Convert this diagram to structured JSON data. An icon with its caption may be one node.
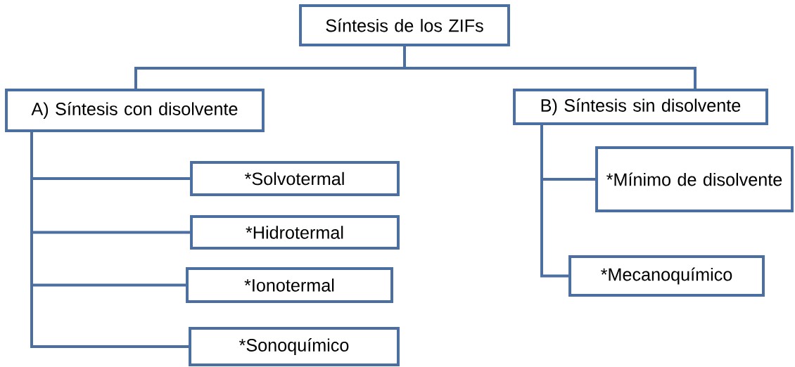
{
  "diagram": {
    "nodes": [
      {
        "text": [
          "Síntesis de los ZIFs"
        ]
      },
      {
        "text": [
          "A) Síntesis con disolvente"
        ]
      },
      {
        "text": [
          "B) Síntesis sin disolvente"
        ]
      },
      {
        "text": [
          "*Solvotermal"
        ]
      },
      {
        "text": [
          "*Hidrotermal"
        ]
      },
      {
        "text": [
          "*Ionotermal"
        ]
      },
      {
        "text": [
          "*Sonoquímico"
        ]
      },
      {
        "text": [
          "*Mínimo de disolvente"
        ]
      },
      {
        "text": [
          "*Mecanoquímico"
        ]
      }
    ],
    "edges": [
      {
        "from": 0,
        "to": 1,
        "arrow": "none"
      },
      {
        "from": 0,
        "to": 2,
        "arrow": "none"
      },
      {
        "from": 1,
        "to": 3,
        "arrow": "none"
      },
      {
        "from": 1,
        "to": 4,
        "arrow": "none"
      },
      {
        "from": 1,
        "to": 5,
        "arrow": "none"
      },
      {
        "from": 1,
        "to": 6,
        "arrow": "none"
      },
      {
        "from": 2,
        "to": 7,
        "arrow": "none"
      },
      {
        "from": 2,
        "to": 8,
        "arrow": "none"
      }
    ]
  }
}
